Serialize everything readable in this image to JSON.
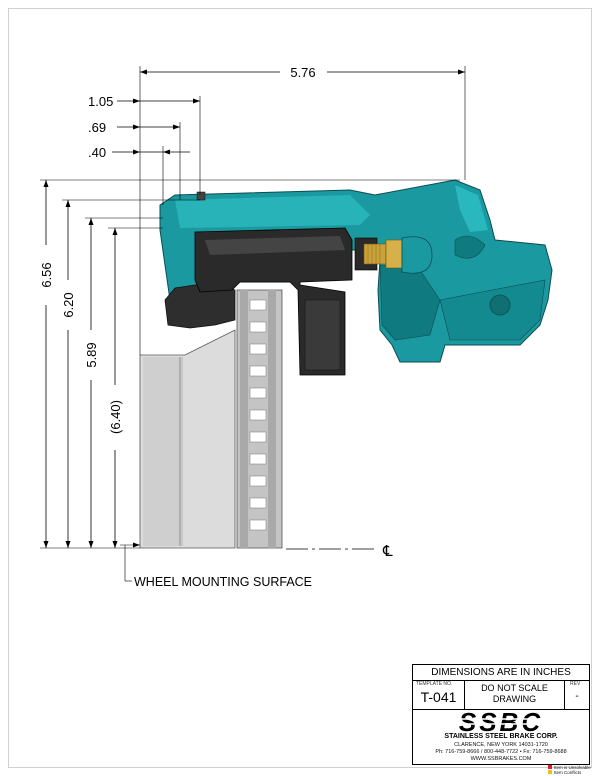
{
  "dimensions": {
    "overall_width": "5.76",
    "offset_1": "1.05",
    "offset_2": ".69",
    "offset_3": ".40",
    "height_1": "6.56",
    "height_2": "6.20",
    "height_3": "5.89",
    "height_4": "(6.40)"
  },
  "annotations": {
    "centerline": "℄",
    "wheel_mounting_surface": "WHEEL MOUNTING SURFACE"
  },
  "title_block": {
    "units_note": "DIMENSIONS ARE IN INCHES",
    "template_label": "TEMPLATE NO.",
    "template_no": "T-041",
    "scale_note_line1": "DO NOT SCALE",
    "scale_note_line2": "DRAWING",
    "rev_label": "REV",
    "rev_value": "-",
    "logo_text": "SSBC",
    "company": "STAINLESS STEEL BRAKE CORP.",
    "address": "CLARENCE, NEW YORK 14031-1720",
    "phone": "Ph: 716-759-8666 / 800-448-7722 • Fx: 716-759-8688",
    "website": "WWW.SSBRAKES.COM"
  },
  "legend": {
    "item_1": "Item is Unsolvable",
    "item_2": "Item Conflicts"
  },
  "colors": {
    "caliper": "#1a9aa0",
    "caliper_shadow": "#0f6f73",
    "pad": "#2a2a2a",
    "rotor": "#b5b5b5",
    "hat": "#d6d6d6",
    "fitting": "#c9a23a",
    "legend_red": "#e02020",
    "legend_yellow": "#e8c020"
  }
}
